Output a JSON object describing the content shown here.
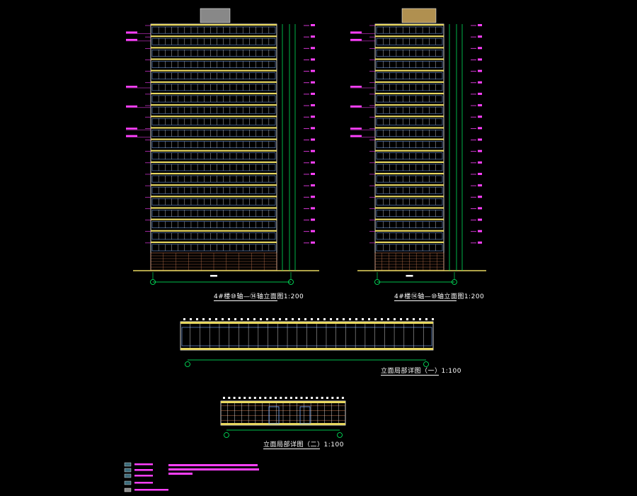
{
  "drawing": {
    "elevations": [
      {
        "id": "left-elevation",
        "title": "4#楼⑩轴—⑭轴立面图1:200",
        "axis_left": "⑩",
        "axis_right": "⑭",
        "floors": 20
      },
      {
        "id": "right-elevation",
        "title": "4#楼⑭轴—⑩轴立面图1:200",
        "axis_left": "⑭",
        "axis_right": "⑩",
        "floors": 20
      }
    ],
    "details": [
      {
        "id": "detail-1",
        "title": "立面局部详图（一）1:100"
      },
      {
        "id": "detail-2",
        "title": "立面局部详图（二）1:100"
      }
    ]
  },
  "colors": {
    "background": "#000000",
    "outline": "#ffffff",
    "slab": "#e8d860",
    "window": "#7fb0ff",
    "dimension": "#00ff66",
    "annotation": "#ff40ff",
    "blue_line": "#3a3aff",
    "grey_block": "#888888",
    "brick": "#c87850"
  }
}
